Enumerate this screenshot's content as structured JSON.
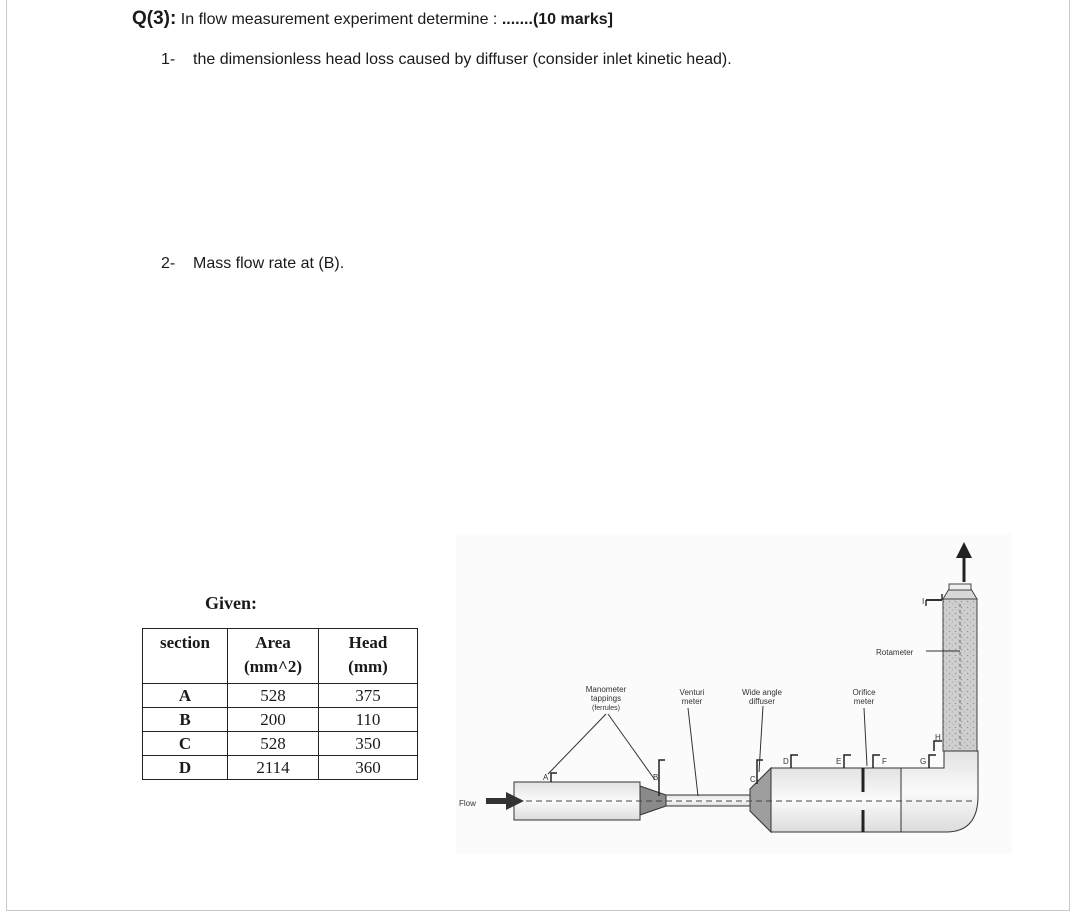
{
  "question": {
    "number": "Q(3):",
    "prompt": "In flow measurement experiment determine :",
    "marks": ".......(10 marks]"
  },
  "tasks": [
    {
      "num": "1-",
      "text": "the dimensionless head loss caused by diffuser  (consider inlet kinetic head)."
    },
    {
      "num": "2-",
      "text": "Mass flow rate at (B)."
    }
  ],
  "given": {
    "label": "Given:",
    "headers": {
      "section": "section",
      "area_1": "Area",
      "area_2": "(mm^2)",
      "head_1": "Head",
      "head_2": "(mm)"
    },
    "rows": [
      {
        "section": "A",
        "area": "528",
        "head": "375"
      },
      {
        "section": "B",
        "area": "200",
        "head": "110"
      },
      {
        "section": "C",
        "area": "528",
        "head": "350"
      },
      {
        "section": "D",
        "area": "2114",
        "head": "360"
      }
    ]
  },
  "diagram": {
    "labels": {
      "rotameter": "Rotameter",
      "manometer_1": "Manometer",
      "manometer_2": "tappings",
      "manometer_3": "(ferrules)",
      "venturi_1": "Venturi",
      "venturi_2": "meter",
      "diffuser_1": "Wide angle",
      "diffuser_2": "diffuser",
      "orifice_1": "Orifice",
      "orifice_2": "meter",
      "flow": "Flow",
      "A": "A",
      "B": "B",
      "C": "C",
      "D": "D",
      "E": "E",
      "F": "F",
      "G": "G",
      "H": "H",
      "I": "I"
    }
  }
}
